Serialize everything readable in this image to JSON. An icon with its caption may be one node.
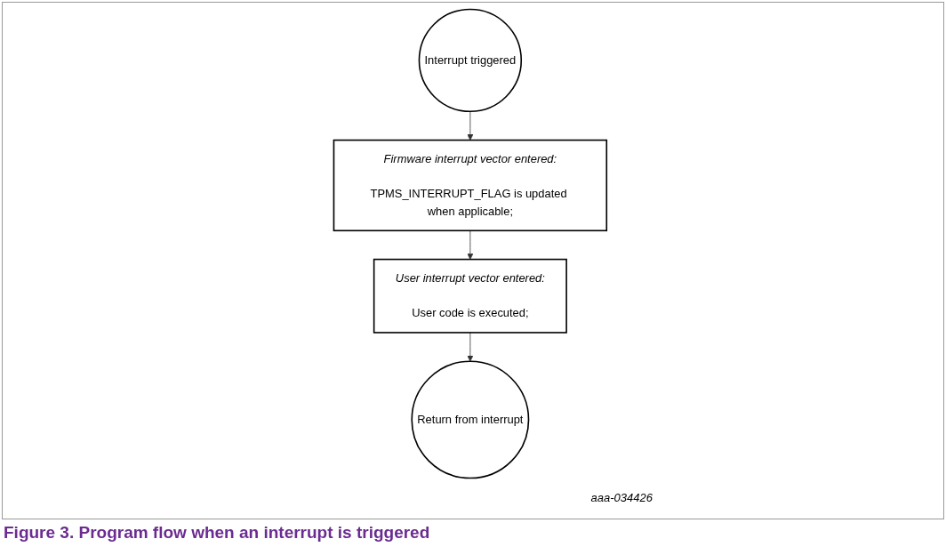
{
  "diagram": {
    "caption": "Figure 3.  Program flow when an interrupt is triggered",
    "nodes": [
      {
        "text": [
          "Interrupt triggered"
        ]
      },
      {
        "text": [
          "Firmware interrupt vector entered:",
          "TPMS_INTERRUPT_FLAG is updated when applicable;"
        ]
      },
      {
        "text": [
          "User interrupt vector entered:",
          "User code is executed;"
        ]
      },
      {
        "text": [
          "Return from interrupt"
        ]
      }
    ],
    "edges": [
      {
        "from": 0,
        "to": 1,
        "arrow": "to"
      },
      {
        "from": 1,
        "to": 2,
        "arrow": "to"
      },
      {
        "from": 2,
        "to": 3,
        "arrow": "to"
      }
    ],
    "labels": [
      "aaa-034426"
    ]
  }
}
